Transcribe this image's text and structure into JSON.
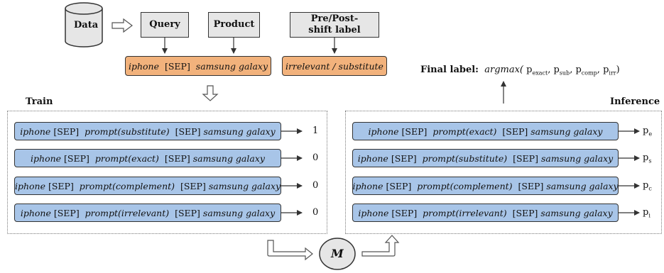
{
  "inputs": {
    "data": "Data",
    "query": "Query",
    "product": "Product",
    "label": "Pre/Post-shift label"
  },
  "example_input": {
    "query": "iphone",
    "sep": "[SEP]",
    "product": "samsung galaxy"
  },
  "example_label": "irrelevant / substitute",
  "final_label": {
    "prefix": "Final label:",
    "func": "argmax(",
    "p": "p",
    "subs": [
      "exact",
      "sub",
      "comp",
      "irr"
    ],
    "close": ")"
  },
  "train": {
    "title": "Train",
    "rows": [
      {
        "query": "iphone",
        "sep": "[SEP]",
        "prompt": "prompt(substitute)",
        "product": "samsung galaxy",
        "out": "1"
      },
      {
        "query": "iphone",
        "sep": "[SEP]",
        "prompt": "prompt(exact)",
        "product": "samsung galaxy",
        "out": "0"
      },
      {
        "query": "iphone",
        "sep": "[SEP]",
        "prompt": "prompt(complement)",
        "product": "samsung galaxy",
        "out": "0"
      },
      {
        "query": "iphone",
        "sep": "[SEP]",
        "prompt": "prompt(irrelevant)",
        "product": "samsung galaxy",
        "out": "0"
      }
    ]
  },
  "inference": {
    "title": "Inference",
    "rows": [
      {
        "query": "iphone",
        "sep": "[SEP]",
        "prompt": "prompt(exact)",
        "product": "samsung galaxy",
        "out": "p",
        "sub": "e"
      },
      {
        "query": "iphone",
        "sep": "[SEP]",
        "prompt": "prompt(substitute)",
        "product": "samsung galaxy",
        "out": "p",
        "sub": "s"
      },
      {
        "query": "iphone",
        "sep": "[SEP]",
        "prompt": "prompt(complement)",
        "product": "samsung galaxy",
        "out": "p",
        "sub": "c"
      },
      {
        "query": "iphone",
        "sep": "[SEP]",
        "prompt": "prompt(irrelevant)",
        "product": "samsung galaxy",
        "out": "p",
        "sub": "i"
      }
    ]
  },
  "model": "M"
}
